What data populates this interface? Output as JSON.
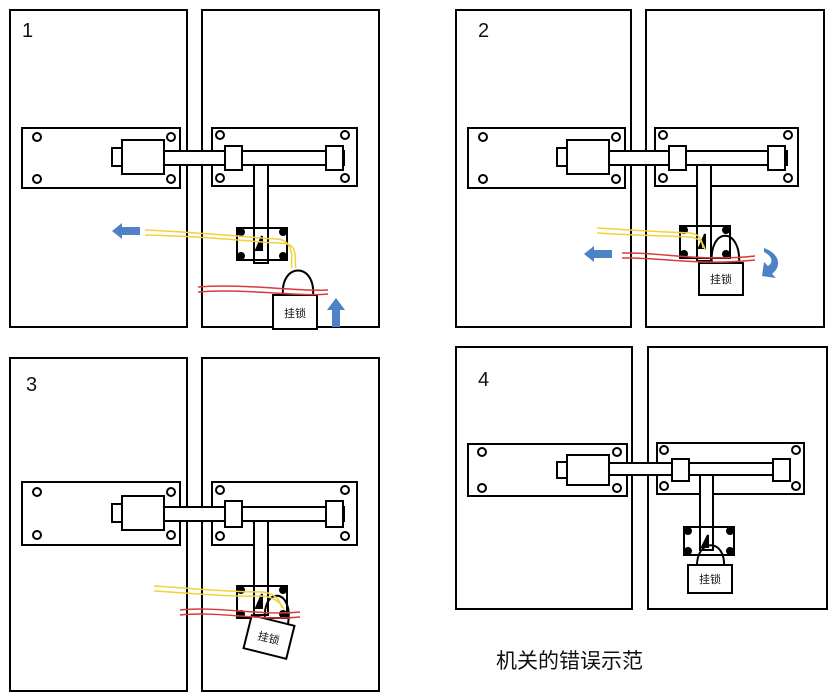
{
  "panels": [
    {
      "number": "1",
      "lock_label": "挂锁"
    },
    {
      "number": "2",
      "lock_label": "挂锁"
    },
    {
      "number": "3",
      "lock_label": "挂锁"
    },
    {
      "number": "4",
      "lock_label": "挂锁"
    }
  ],
  "caption": "机关的错误示范",
  "colors": {
    "line": "#000000",
    "yellow_wire": "#f2d23a",
    "red_wire": "#d93a3a",
    "arrow": "#4f81c7"
  }
}
